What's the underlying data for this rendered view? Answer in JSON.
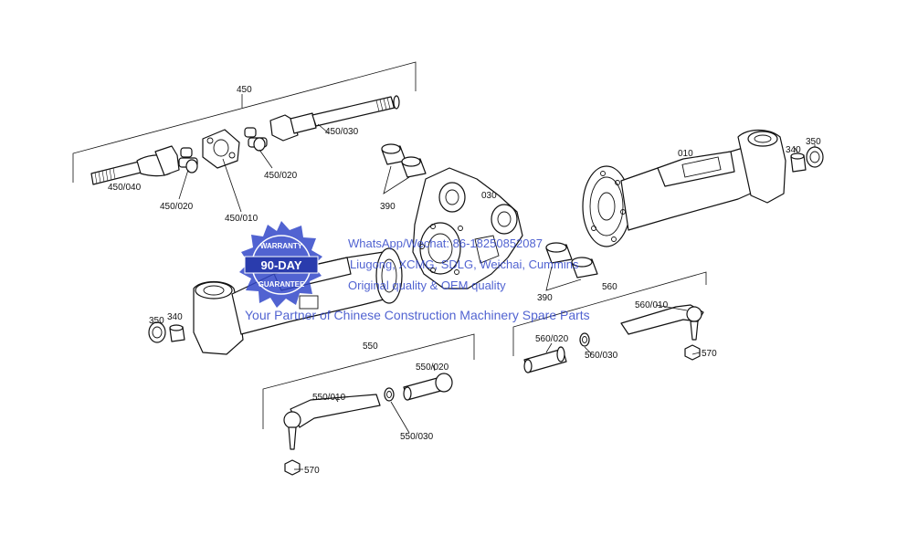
{
  "labels": {
    "p450": "450",
    "p450_030": "450/030",
    "p450_040": "450/040",
    "p450_020a": "450/020",
    "p450_020b": "450/020",
    "p450_010": "450/010",
    "p390a": "390",
    "p390b": "390",
    "p030": "030",
    "p010": "010",
    "p340a": "340",
    "p350a": "350",
    "p340b": "340",
    "p350b": "350",
    "p560": "560",
    "p560_010": "560/010",
    "p560_020": "560/020",
    "p560_030": "560/030",
    "p570a": "570",
    "p550": "550",
    "p550_010": "550/010",
    "p550_020": "550/020",
    "p550_030": "550/030",
    "p570b": "570"
  },
  "watermark": {
    "line1": "WhatsApp/Wechat: 86-18250852087",
    "line2": "Liugong, XCMG, SDLG, Weichai, Cummins",
    "line3": "Original quality & OEM quality",
    "line4": "Your Partner of Chinese Construction Machinery Spare Parts"
  },
  "badge": {
    "top": "WARRANTY",
    "center": "90-DAY",
    "bottom": "GUARANTEE",
    "color": "#3348c9"
  }
}
